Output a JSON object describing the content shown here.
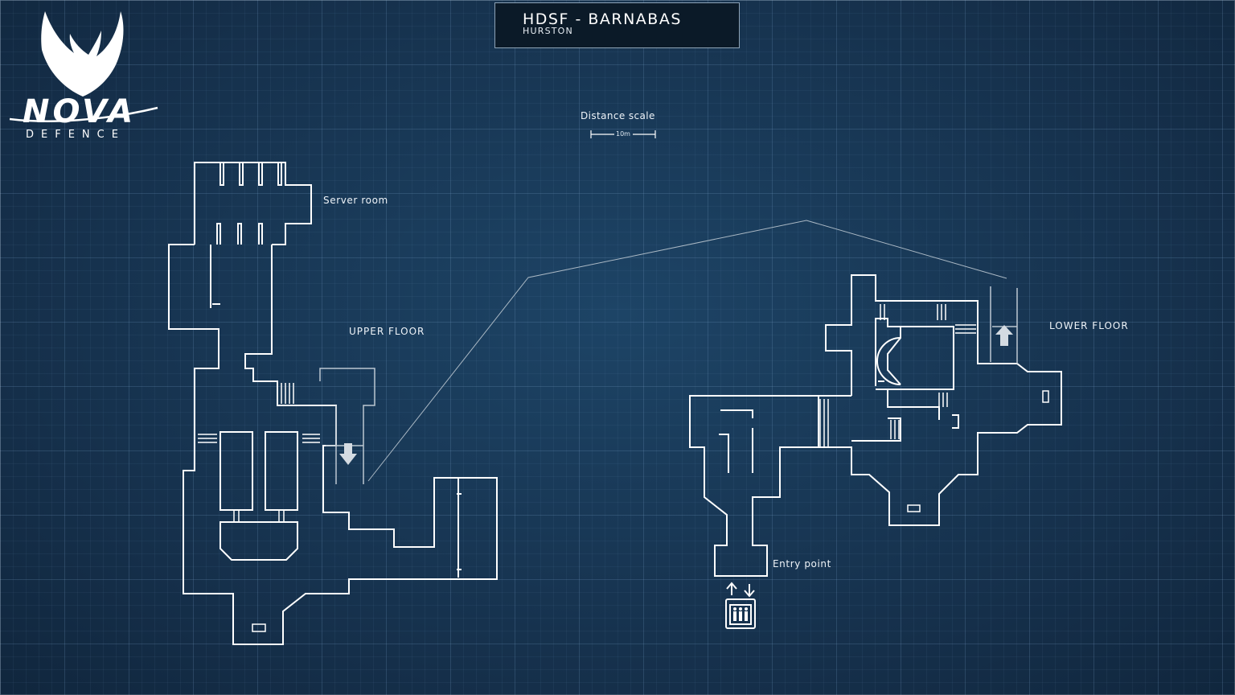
{
  "header": {
    "title": "HDSF - BARNABAS",
    "location": "HURSTON"
  },
  "logo": {
    "name": "NOVA",
    "tagline": "DEFENCE"
  },
  "scale": {
    "title": "Distance scale",
    "value": "10m"
  },
  "labels": {
    "server_room": "Server room",
    "upper_floor": "UPPER FLOOR",
    "lower_floor": "LOWER FLOOR",
    "entry_point": "Entry point"
  },
  "icons": {
    "elevator": "elevator-icon",
    "stairs_down": "down-arrow-icon",
    "stairs_up": "up-arrow-icon",
    "logo": "phoenix-logo-icon"
  },
  "colors": {
    "background": "#173552",
    "walls": "#ffffff",
    "title_box": "#0b1a28"
  }
}
